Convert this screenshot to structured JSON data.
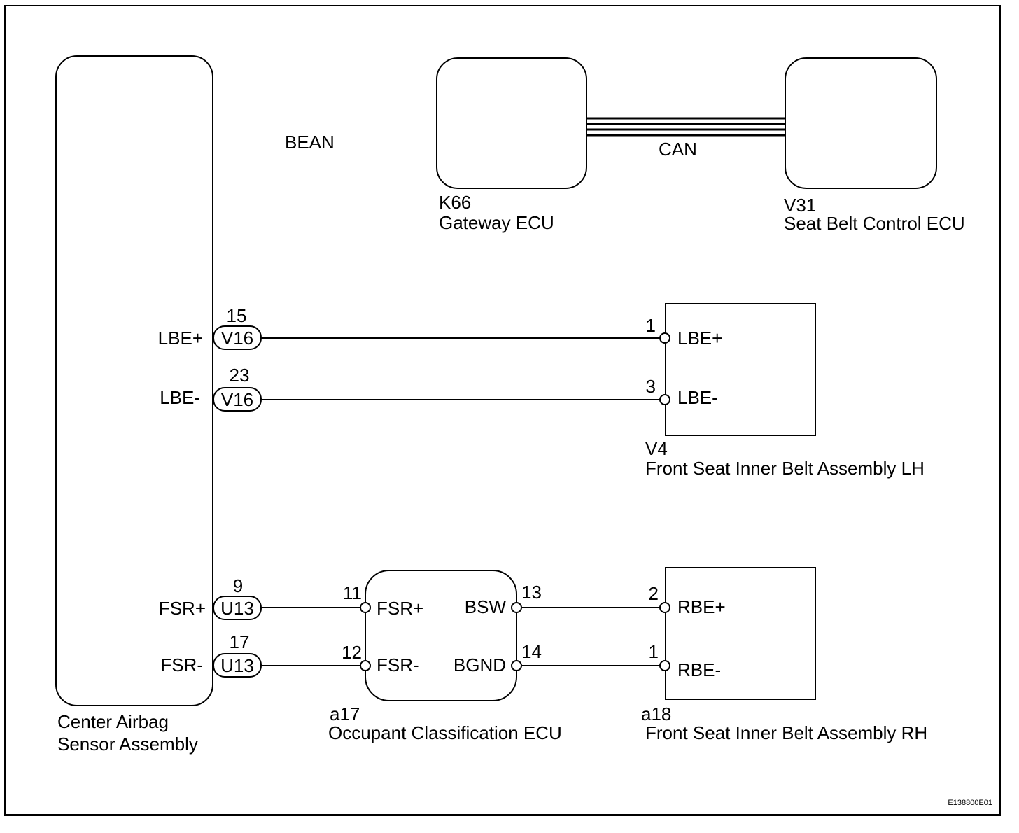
{
  "diagram_id": "E138800E01",
  "labels": {
    "bean": "BEAN",
    "can": "CAN"
  },
  "components": {
    "center_airbag": {
      "line1": "Center Airbag",
      "line2": "Sensor Assembly"
    },
    "gateway": {
      "code": "K66",
      "name": "Gateway ECU"
    },
    "seat_belt_ctrl": {
      "code": "V31",
      "name": "Seat Belt Control ECU"
    },
    "belt_lh": {
      "code": "V4",
      "name": "Front Seat Inner Belt Assembly LH"
    },
    "occupant": {
      "code": "a17",
      "name": "Occupant Classification ECU"
    },
    "belt_rh": {
      "code": "a18",
      "name": "Front Seat Inner Belt Assembly RH"
    }
  },
  "wires": {
    "lbe_plus": {
      "sensor_label": "LBE+",
      "connector": "V16",
      "pin": "15",
      "target_pin": "1",
      "target_label": "LBE+"
    },
    "lbe_minus": {
      "sensor_label": "LBE-",
      "connector": "V16",
      "pin": "23",
      "target_pin": "3",
      "target_label": "LBE-"
    },
    "fsr_plus": {
      "sensor_label": "FSR+",
      "connector": "U13",
      "pin": "9",
      "ecu_pin": "11",
      "ecu_label": "FSR+",
      "out_label": "BSW",
      "out_pin": "13",
      "target_pin": "2",
      "target_label": "RBE+"
    },
    "fsr_minus": {
      "sensor_label": "FSR-",
      "connector": "U13",
      "pin": "17",
      "ecu_pin": "12",
      "ecu_label": "FSR-",
      "out_label": "BGND",
      "out_pin": "14",
      "target_pin": "1",
      "target_label": "RBE-"
    }
  }
}
